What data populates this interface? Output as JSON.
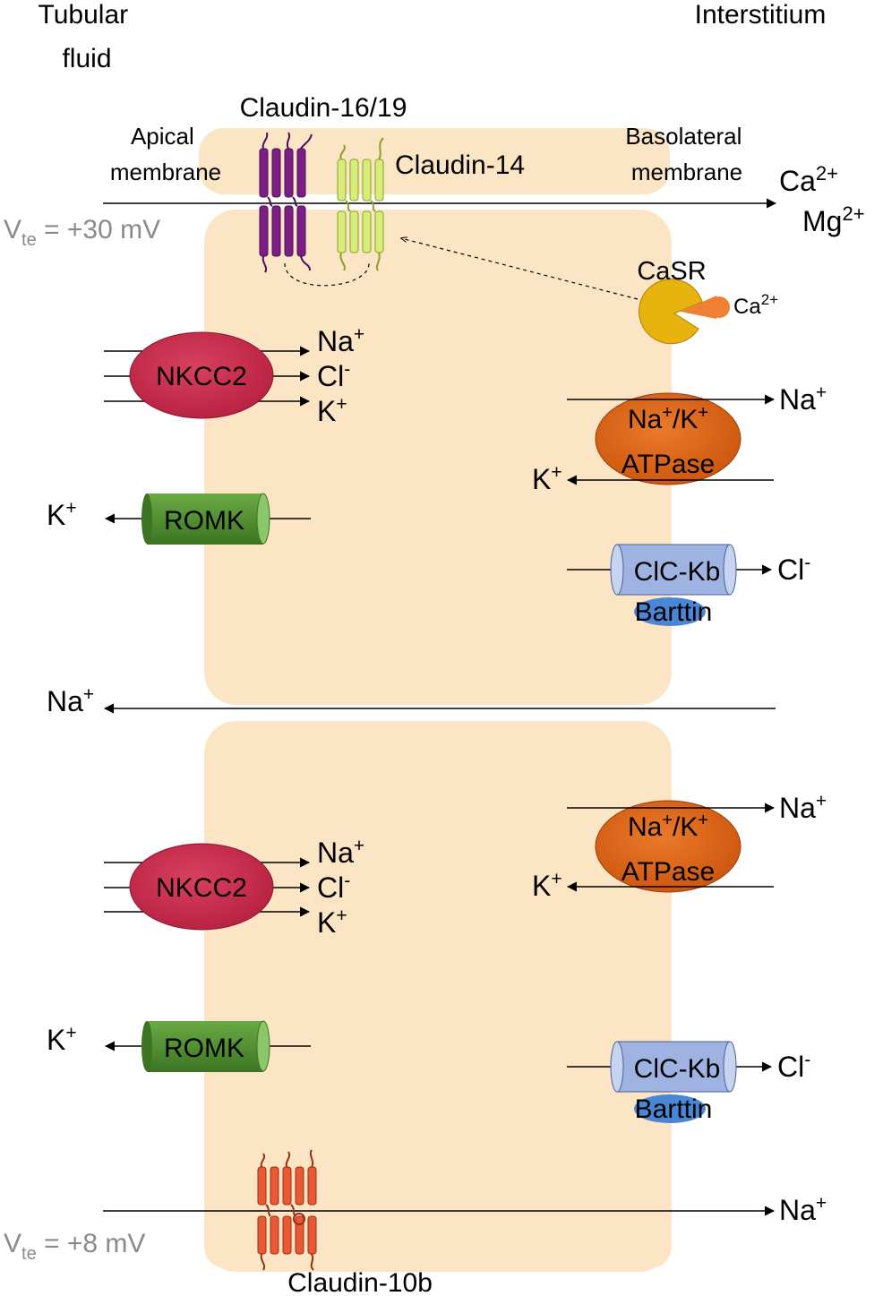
{
  "compartments": {
    "tubular": "Tubular\nfluid",
    "interstitium": "Interstitium"
  },
  "membranes": {
    "apical": "Apical\nmembrane",
    "basolateral": "Basolateral\nmembrane"
  },
  "tight_junction": {
    "claudin_16_19": "Claudin-16/19",
    "claudin_14": "Claudin-14",
    "claudin_10b": "Claudin-10b"
  },
  "potentials": {
    "upper": {
      "main": "V",
      "sub": "te",
      "rest": " = +30 mV"
    },
    "lower": {
      "main": "V",
      "sub": "te",
      "rest": " = +8 mV"
    }
  },
  "paracellular": {
    "ca": {
      "base": "Ca",
      "sup": "2+"
    },
    "mg": {
      "base": "Mg",
      "sup": "2+"
    },
    "na_back": {
      "base": "Na",
      "sup": "+"
    },
    "na_bottom": {
      "base": "Na",
      "sup": "+"
    }
  },
  "sensor": {
    "label": "CaSR",
    "ligand": {
      "base": "Ca",
      "sup": "2+"
    }
  },
  "transporters": {
    "nkcc2": "NKCC2",
    "romk": "ROMK",
    "nak_line1": {
      "a": "Na",
      "a_sup": "+",
      "mid": "/K",
      "b_sup": "+"
    },
    "nak_line2": "ATPase",
    "clckb": "ClC-Kb",
    "barttin": "Barttin"
  },
  "ions": {
    "na": {
      "base": "Na",
      "sup": "+"
    },
    "cl": {
      "base": "Cl",
      "sup": "-"
    },
    "k": {
      "base": "K",
      "sup": "+"
    }
  },
  "colors": {
    "cell": "#fbe5c4",
    "nkcc2": "#c8294a",
    "romk": "#4a8a2c",
    "nak": "#d96012",
    "clckb": "#9fb3e3",
    "barttin": "#4a86d6",
    "casr": "#e8b30e",
    "ca_ligand": "#ef8033",
    "claudin_16_19": "#7b1f86",
    "claudin_14": "#d8ec7a",
    "claudin_10b": "#ea5a32"
  }
}
